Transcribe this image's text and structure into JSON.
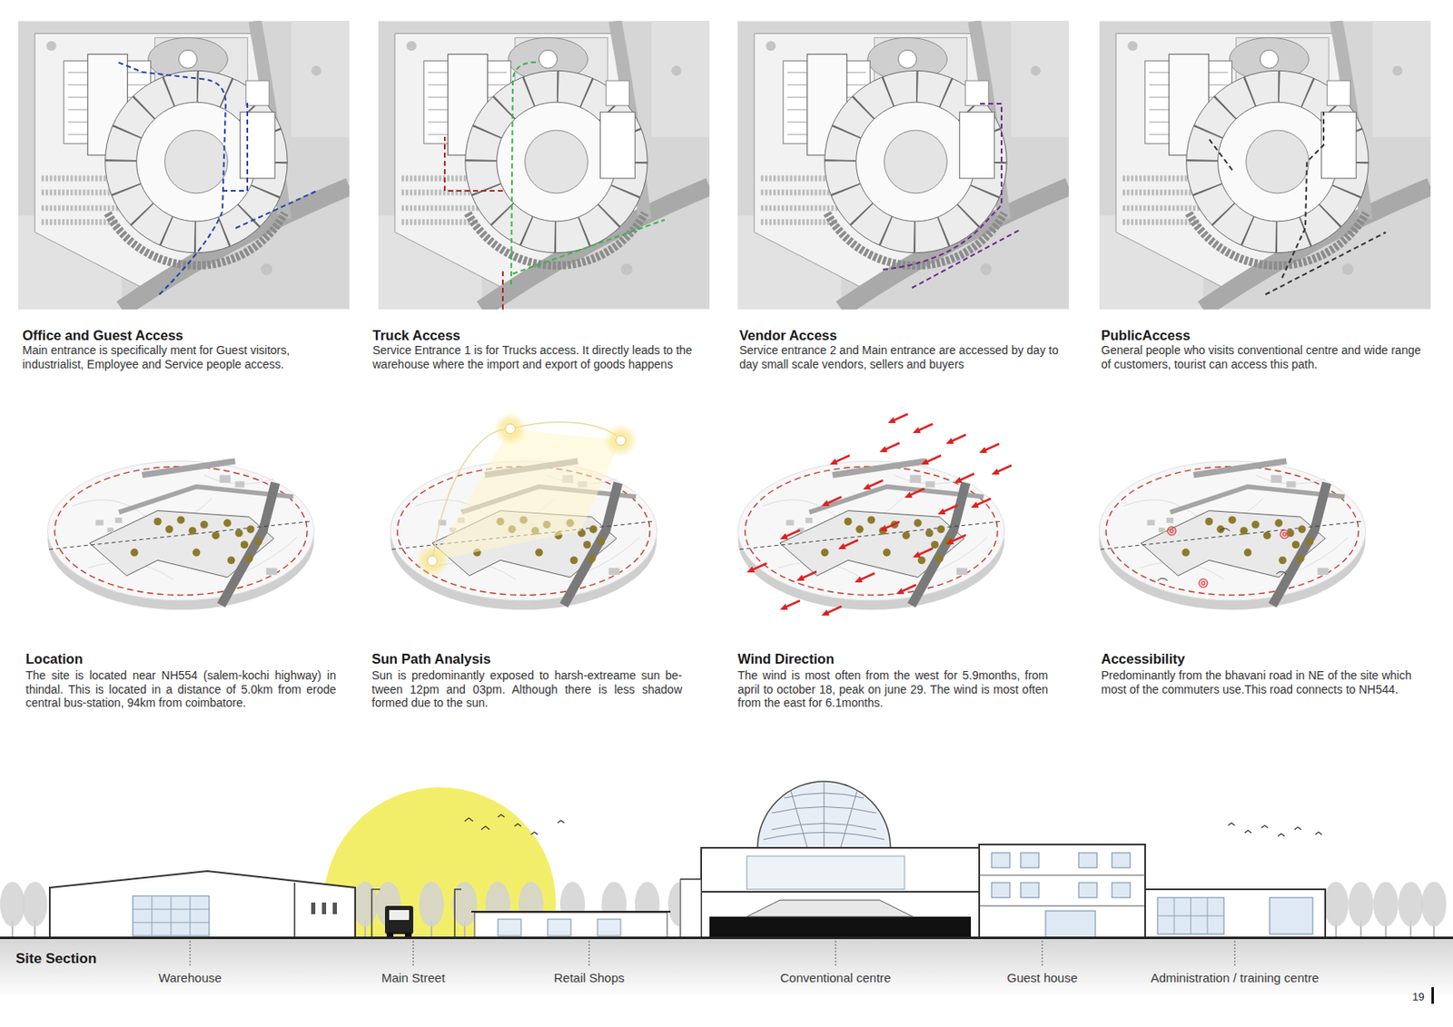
{
  "diagram": {
    "nodes": [
      {
        "text": [
          "Office and Guest Access",
          "Main entrance is specifically ment for Guest visitors, industrialist, Employee and Service people access."
        ]
      },
      {
        "text": [
          "Truck Access",
          "Service Entrance 1 is for Trucks access. It directly leads to the warehouse where the import and export of goods happens"
        ]
      },
      {
        "text": [
          "Vendor Access",
          "Service entrance 2 and Main entrance are accessed by day to day small scale vendors, sellers and buyers"
        ]
      },
      {
        "text": [
          "PublicAccess",
          "General people who visits conventional centre and wide range of customers, tourist can access this path."
        ]
      },
      {
        "text": [
          "Location",
          "The site is located near NH554 (salem-kochi highway) in thindal. This is located in a distance of 5.0km from erode central bus-station, 94km from coimbatore."
        ]
      },
      {
        "text": [
          "Sun Path Analysis",
          "Sun is predominantly exposed to harsh-extreame sun be- tween 12pm and 03pm. Although there is less shadow formed due to the sun."
        ]
      },
      {
        "text": [
          "Wind Direction",
          "The wind is most often from the west for 5.9months, from april to october 18, peak on june 29. The wind is most often from the east for 6.1months."
        ]
      },
      {
        "text": [
          "Accessibility",
          "Predominantly from the bhavani road in NE of the site which most of the commuters use.This road connects to NH544."
        ]
      }
    ],
    "labels": [
      "Site Section",
      "Warehouse",
      "Main Street",
      "Retail Shops",
      "Conventional centre",
      "Guest house",
      "Administration / training centre",
      "19"
    ]
  }
}
